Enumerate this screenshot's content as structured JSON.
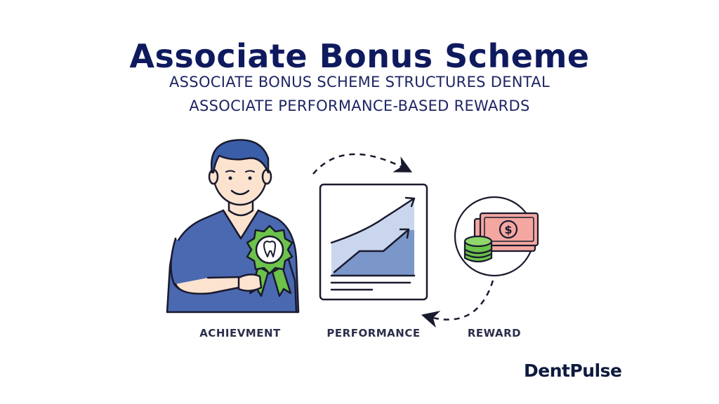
{
  "title": "Associate Bonus Scheme",
  "subtitle": {
    "line1": "ASSOCIATE BONUS SCHEME STRUCTURES DENTAL",
    "line2": "ASSOCIATE PERFORMANCE-BASED REWARDS"
  },
  "steps": [
    {
      "label": "ACHIEVMENT",
      "icon": "dentist-with-award-icon"
    },
    {
      "label": "PERFORMANCE",
      "icon": "growth-chart-icon"
    },
    {
      "label": "REWARD",
      "icon": "cash-and-coins-icon"
    }
  ],
  "logo": {
    "text": "DentPulse"
  },
  "colors": {
    "navy": "#0f1a5e",
    "scrub_blue": "#4a69b0",
    "award_green": "#6cc24a",
    "cash_pink": "#f4a7a0",
    "chart_fill": "#c9d6ee",
    "chart_fill_dark": "#7b96c8",
    "skin": "#fce3d0"
  }
}
